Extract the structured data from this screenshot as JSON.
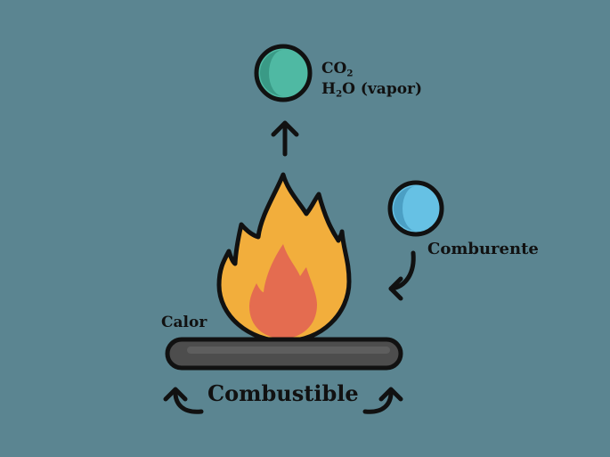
{
  "colors": {
    "background": "#5b8591",
    "outline": "#111111",
    "products_molecule": "#4fb9a3",
    "oxidizer_molecule": "#66c1e4",
    "flame_outer": "#f2ae3c",
    "flame_inner": "#e46c50",
    "fuel_log": "#4d4d4d"
  },
  "labels": {
    "co2": {
      "prefix": "CO",
      "sub": "2",
      "suffix": ""
    },
    "h2o": {
      "prefix": "H",
      "sub": "2",
      "suffix": "O (vapor)"
    },
    "comburente": "Comburente",
    "calor": "Calor",
    "combustible": "Combustible"
  },
  "icons": {
    "products_molecule": "circle-molecule-icon",
    "oxidizer_molecule": "circle-molecule-icon",
    "flame": "flame-icon",
    "fuel_log": "log-bar-icon",
    "up_arrow": "arrow-up-icon",
    "curved_arrow": "curved-arrow-icon"
  }
}
